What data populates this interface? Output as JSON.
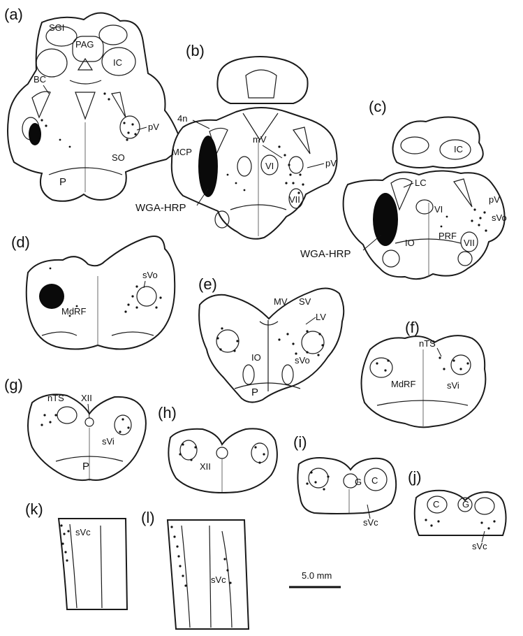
{
  "panels": [
    "(a)",
    "(b)",
    "(c)",
    "(d)",
    "(e)",
    "(f)",
    "(g)",
    "(h)",
    "(i)",
    "(j)",
    "(k)",
    "(l)"
  ],
  "labels": {
    "a": {
      "sgi": "SGI",
      "pag": "PAG",
      "ic": "IC",
      "bc": "BC",
      "pv": "pV",
      "so": "SO",
      "p": "P"
    },
    "b": {
      "n4": "4n",
      "mcp": "MCP",
      "mv": "mV",
      "vi": "VI",
      "pv": "pV",
      "vii": "VII",
      "wga": "WGA-HRP"
    },
    "c": {
      "ic": "IC",
      "lc": "LC",
      "pv": "pV",
      "svo": "sVo",
      "vi": "VI",
      "prf": "PRF",
      "io": "IO",
      "vii": "VII",
      "wga": "WGA-HRP"
    },
    "d": {
      "svo": "sVo",
      "mdrf": "MdRF"
    },
    "e": {
      "mv": "MV",
      "sv": "SV",
      "lv": "LV",
      "io": "IO",
      "svo": "sVo",
      "p": "P"
    },
    "f": {
      "nts": "nTS",
      "mdrf": "MdRF",
      "svi": "sVi"
    },
    "g": {
      "nts": "nTS",
      "xii": "XII",
      "svi": "sVi",
      "p": "P"
    },
    "h": {
      "xii": "XII"
    },
    "i": {
      "g": "G",
      "c": "C",
      "svc": "sVc"
    },
    "j": {
      "c": "C",
      "g": "G",
      "svc": "sVc"
    },
    "k": {
      "svc": "sVc"
    },
    "l": {
      "svc": "sVc"
    }
  },
  "scale_bar": "5.0 mm"
}
